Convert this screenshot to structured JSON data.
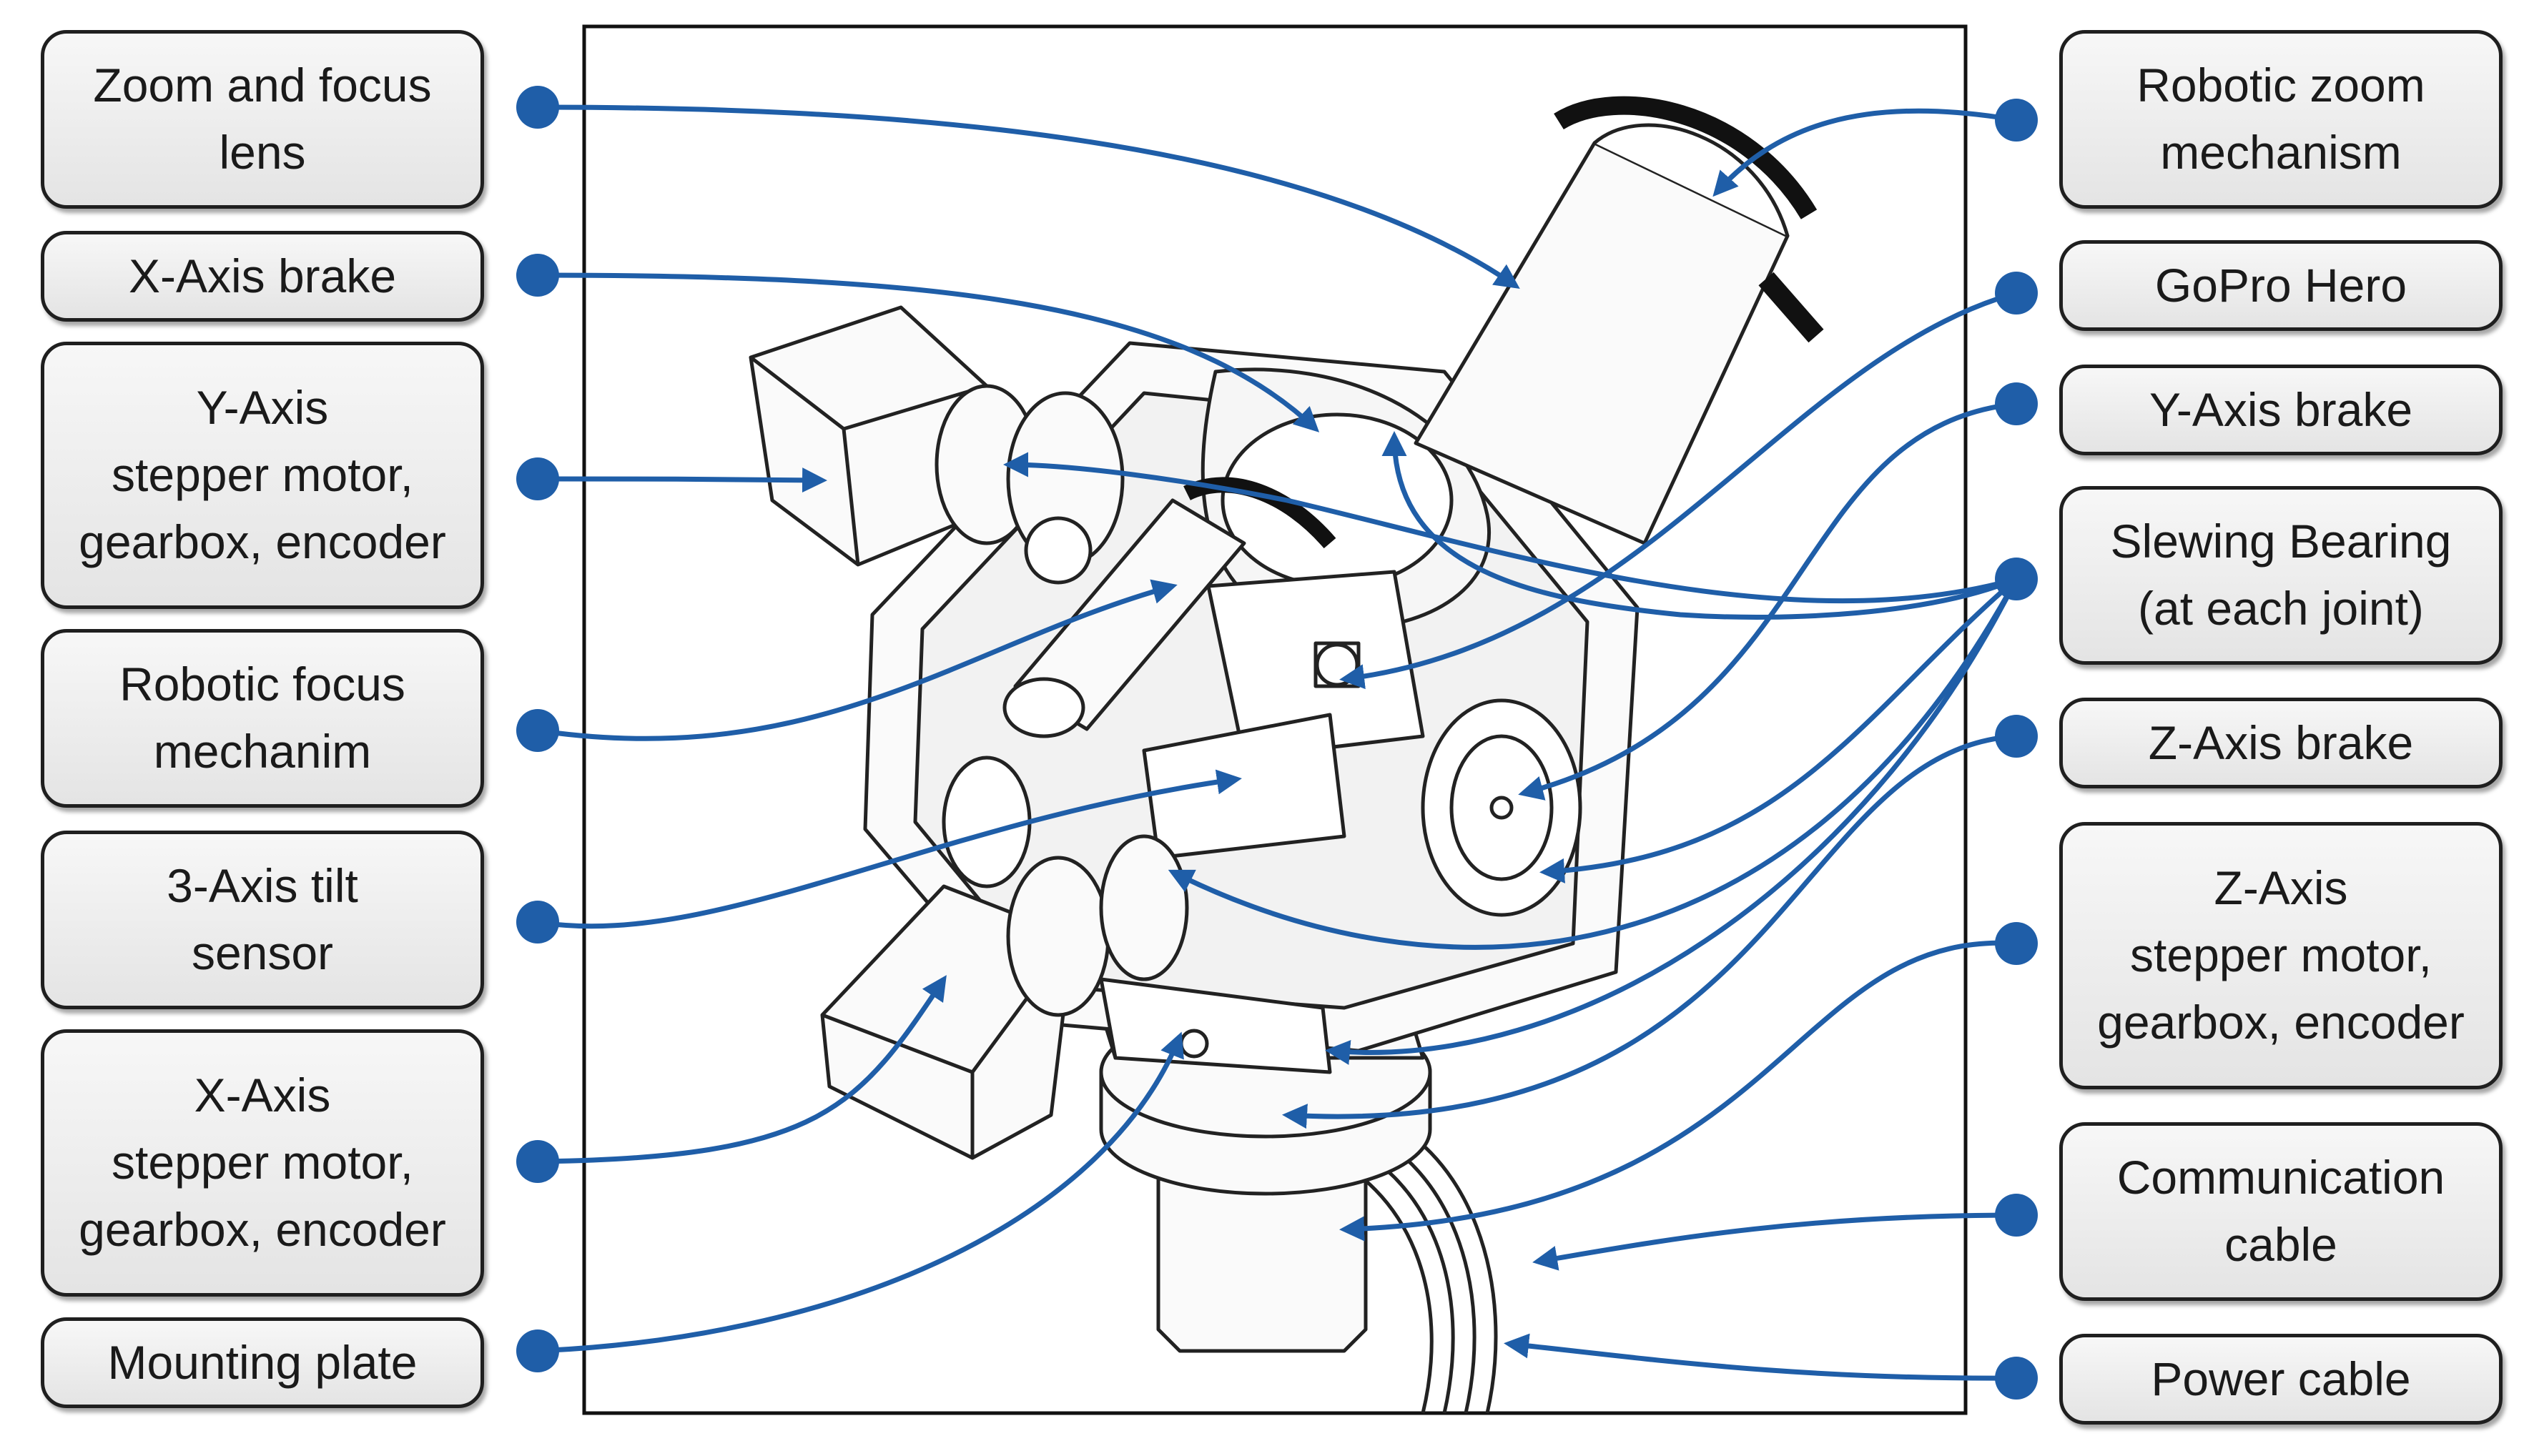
{
  "colors": {
    "accent": "#1f5ea8",
    "outline": "#1f1f1f",
    "box_fill": "#ececec"
  },
  "labels": {
    "zoom_focus_lens": "Zoom and focus\nlens",
    "x_axis_brake": "X-Axis brake",
    "y_axis_motor": "Y-Axis\nstepper motor,\ngearbox, encoder",
    "robotic_focus": "Robotic focus\nmechanim",
    "tilt_sensor": "3-Axis tilt\nsensor",
    "x_axis_motor": "X-Axis\nstepper motor,\ngearbox, encoder",
    "mounting_plate": "Mounting plate",
    "robotic_zoom": "Robotic zoom\nmechanism",
    "gopro": "GoPro Hero",
    "y_axis_brake": "Y-Axis brake",
    "slewing_bearing": "Slewing Bearing\n(at each joint)",
    "z_axis_brake": "Z-Axis brake",
    "z_axis_motor": "Z-Axis\nstepper motor,\ngearbox, encoder",
    "communication_cable": "Communication\ncable",
    "power_cable": "Power cable"
  }
}
